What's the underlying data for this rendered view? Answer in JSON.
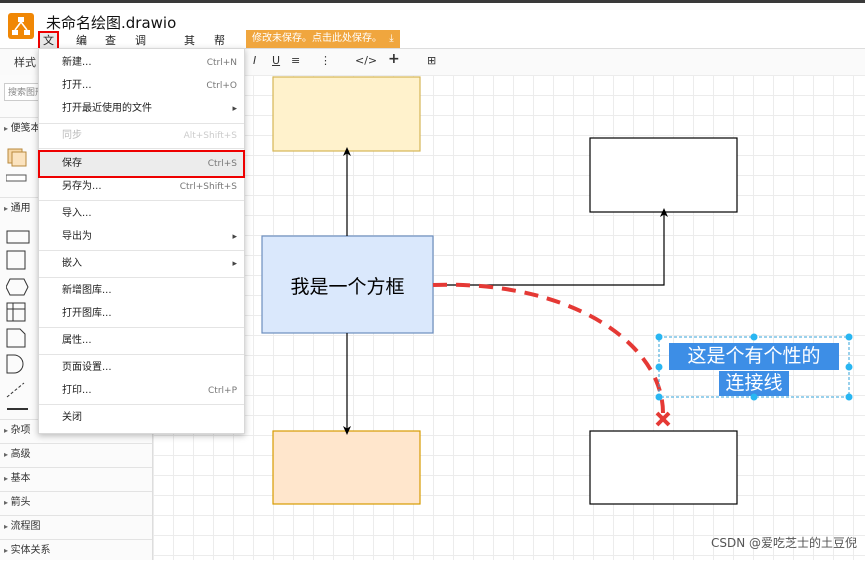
{
  "app": {
    "title": "未命名绘图.drawio",
    "unsaved_notice": "修改未保存。点击此处保存。",
    "logo_icon": "drawio-logo-icon"
  },
  "menubar": [
    "文件",
    "编辑",
    "查看",
    "调整图形",
    "其它",
    "帮助"
  ],
  "toolbar": {
    "style_tab": "样式",
    "items": [
      "I",
      "U",
      "≡",
      "⋮",
      "</>",
      "+",
      "⊞"
    ]
  },
  "sidebar": {
    "search_placeholder": "搜索图形",
    "sections": [
      "便笺本",
      "通用",
      "杂项",
      "高级",
      "基本",
      "箭头",
      "流程图",
      "实体关系"
    ]
  },
  "file_menu": {
    "items": [
      {
        "label": "新建...",
        "shortcut": "Ctrl+N"
      },
      {
        "label": "打开...",
        "shortcut": "Ctrl+O"
      },
      {
        "label": "打开最近使用的文件",
        "submenu": true
      },
      {
        "label": "同步",
        "shortcut": "Alt+Shift+S",
        "disabled": true
      },
      {
        "label": "保存",
        "shortcut": "Ctrl+S",
        "highlighted": true
      },
      {
        "label": "另存为...",
        "shortcut": "Ctrl+Shift+S"
      },
      {
        "label": "导入..."
      },
      {
        "label": "导出为",
        "submenu": true
      },
      {
        "label": "嵌入",
        "submenu": true
      },
      {
        "label": "新增图库..."
      },
      {
        "label": "打开图库..."
      },
      {
        "label": "属性..."
      },
      {
        "label": "页面设置..."
      },
      {
        "label": "打印...",
        "shortcut": "Ctrl+P"
      },
      {
        "label": "关闭"
      }
    ]
  },
  "diagram": {
    "center_box_label": "我是一个方框",
    "edge_label_line1": "这是个有个性的",
    "edge_label_line2": "连接线",
    "colors": {
      "center_fill": "#dae8fc",
      "center_stroke": "#6c8ebf",
      "top_fill": "#fff2cc",
      "top_stroke": "#d6b656",
      "bottom_fill": "#ffe6cc",
      "bottom_stroke": "#d79b00",
      "custom_edge": "#e53935",
      "label_highlight": "#3d8ee6"
    }
  },
  "watermark": "CSDN @爱吃芝士的土豆倪"
}
